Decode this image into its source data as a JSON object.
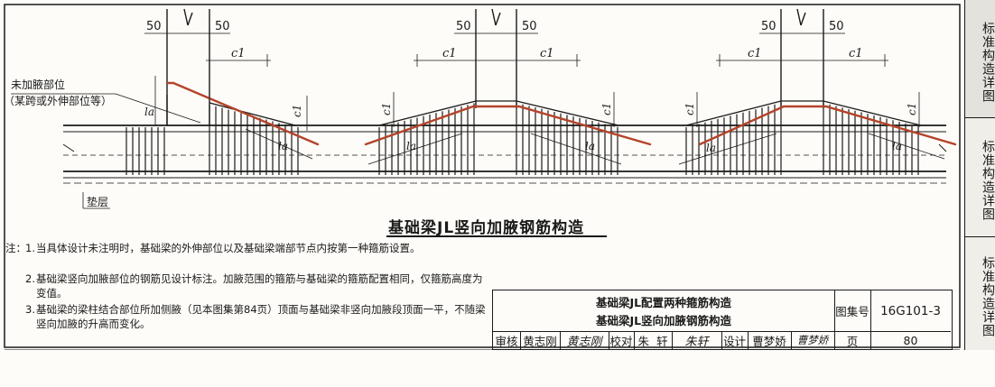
{
  "diagram": {
    "top_dim": "50",
    "c1": "c1",
    "c1_vertical": "c1",
    "la": "la",
    "label_unreinforced": "未加腋部位",
    "label_unreinforced_note": "（某跨或外伸部位等）",
    "label_cushion": "垫层",
    "title": "基础梁JL竖向加腋钢筋构造"
  },
  "notes": {
    "head": "注：",
    "items": [
      {
        "no": "1.",
        "text": "当具体设计未注明时，基础梁的外伸部位以及基础梁端部节点内按第一种箍筋设置。"
      },
      {
        "no": "2.",
        "text": "基础梁竖向加腋部位的钢筋见设计标注。加腋范围的箍筋与基础梁的箍筋配置相同，仅箍筋高度为变值。"
      },
      {
        "no": "3.",
        "text": "基础梁的梁柱结合部位所加侧腋（见本图集第84页）顶面与基础梁非竖向加腋段顶面一平，不随梁竖向加腋的升高而变化。"
      }
    ]
  },
  "title_block": {
    "drawing_title_1": "基础梁JL配置两种箍筋构造",
    "drawing_title_2": "基础梁JL竖向加腋钢筋构造",
    "atlas_label": "图集号",
    "atlas_no": "16G101-3",
    "review_label": "审核",
    "review_name": "黄志刚",
    "review_sig": "黄志刚",
    "check_label": "校对",
    "check_name": "朱  轩",
    "check_sig": "朱轩",
    "design_label": "设计",
    "design_name": "曹梦娇",
    "design_sig": "曹梦娇",
    "page_label": "页",
    "page_no": "80"
  },
  "side_tabs": [
    "标准构造详图",
    "标准构造详图",
    "标准构造详图"
  ],
  "colors": {
    "rebar_red": "#b5432a",
    "ink": "#1a1a1a",
    "paper": "#fdfcf8"
  }
}
